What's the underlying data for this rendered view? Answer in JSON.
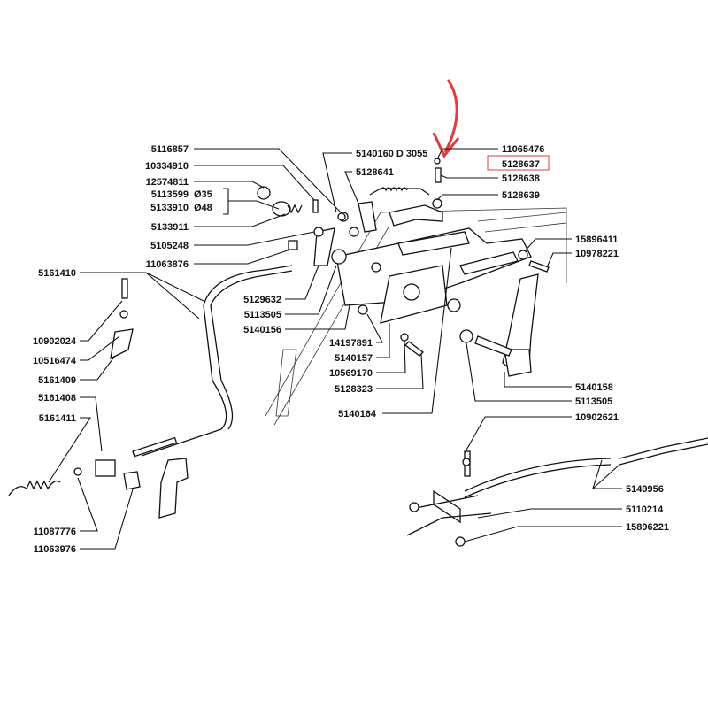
{
  "title": "Handbrake lever assembly parts diagram",
  "highlight_color": "#e23b3b",
  "highlighted_part": "5128637",
  "labels": {
    "p5116857": "5116857",
    "p10334910": "10334910",
    "p12574811": "12574811",
    "p5113599": "5113599",
    "p5113599_size": "Ø35",
    "p5133910": "5133910",
    "p5133910_size": "Ø48",
    "p5133911": "5133911",
    "p5105248": "5105248",
    "p11063876": "11063876",
    "p5161410": "5161410",
    "p5129632": "5129632",
    "p5113505a": "5113505",
    "p5140156": "5140156",
    "p10902024": "10902024",
    "p10516474": "10516474",
    "p5161409": "5161409",
    "p5161408": "5161408",
    "p5161411": "5161411",
    "p11087776": "11087776",
    "p11063976": "11063976",
    "p5140160": "5140160 D 3055",
    "p5128641": "5128641",
    "p11065476": "11065476",
    "p5128637": "5128637",
    "p5128638": "5128638",
    "p5128639": "5128639",
    "p15896411": "15896411",
    "p10978221": "10978221",
    "p14197891": "14197891",
    "p5140157": "5140157",
    "p10569170": "10569170",
    "p5128323": "5128323",
    "p5140164": "5140164",
    "p5140158": "5140158",
    "p5113505b": "5113505",
    "p10902621": "10902621",
    "p5149956": "5149956",
    "p5110214": "5110214",
    "p15896221": "15896221"
  }
}
